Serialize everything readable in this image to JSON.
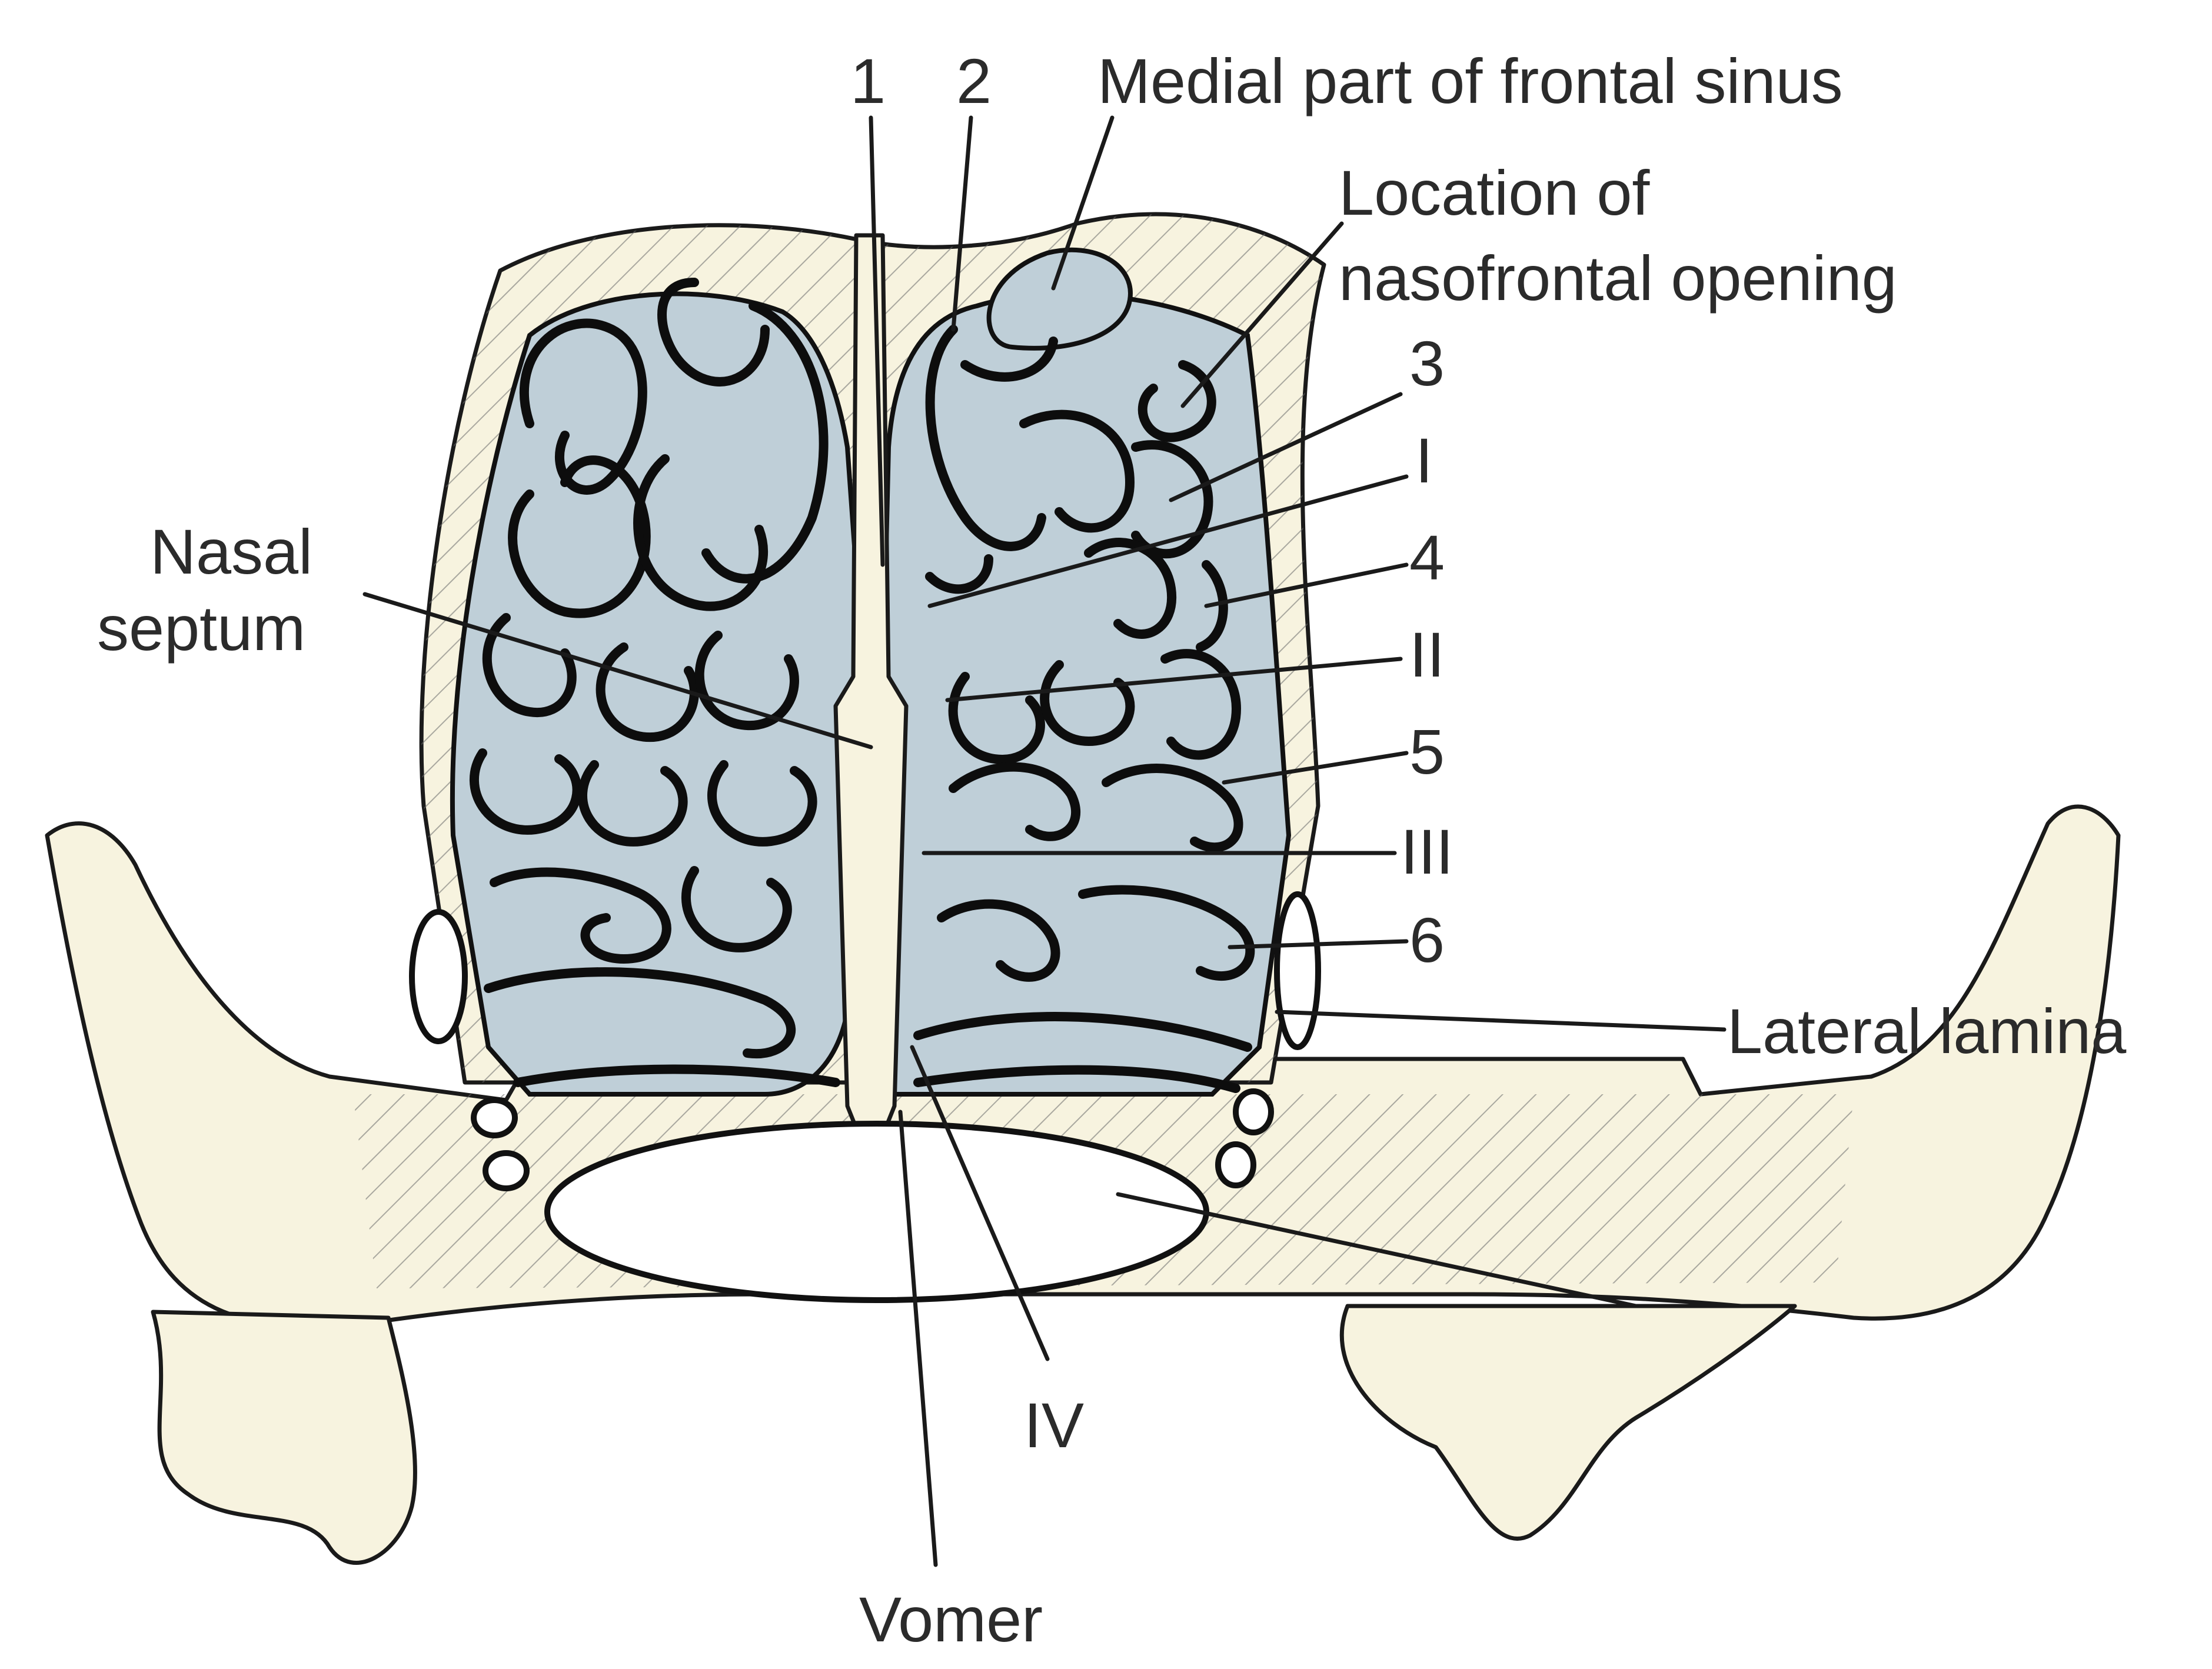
{
  "labels": {
    "label_1": "1",
    "label_2": "2",
    "frontal_sinus": "Medial part of frontal sinus",
    "nasofrontal_line1": "Location of",
    "nasofrontal_line2": "nasofrontal opening",
    "label_3": "3",
    "label_I": "I",
    "label_4": "4",
    "label_II": "II",
    "label_5": "5",
    "label_III": "III",
    "label_6": "6",
    "lateral_lamina": "Lateral lamina",
    "nasal_septum_line1": "Nasal",
    "nasal_septum_line2": "septum",
    "label_IV": "IV",
    "vomer": "Vomer"
  },
  "colors": {
    "bone": "#f7f3df",
    "cavity": "#bfcfd8",
    "outline": "#111111",
    "text": "#2b2b2b"
  }
}
